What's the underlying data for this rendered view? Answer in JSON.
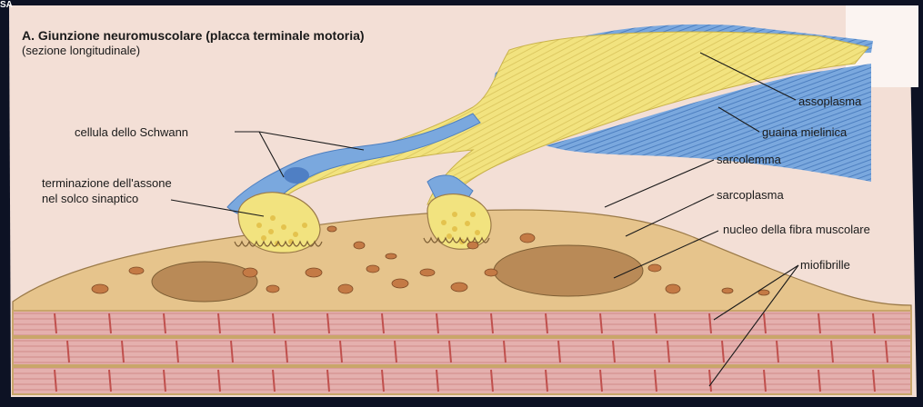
{
  "corner_mark": "SA",
  "title": "A. Giunzione neuromuscolare (placca terminale motoria)",
  "subtitle": "(sezione longitudinale)",
  "labels": {
    "assoplasma": "assoplasma",
    "guaina_mielinica": "guaina mielinica",
    "cellula_schwann": "cellula dello Schwann",
    "terminazione_line1": "terminazione dell'assone",
    "terminazione_line2": "nel solco sinaptico",
    "sarcolemma": "sarcolemma",
    "sarcoplasma": "sarcoplasma",
    "nucleo": "nucleo della fibra muscolare",
    "miofibrille": "miofibrille"
  },
  "colors": {
    "background": "#f3dfd6",
    "outer_backdrop": "#0d1224",
    "axon": "#f0e27a",
    "myelin": "#6c9ed8",
    "sarcoplasm": "#e6c48c",
    "nucleus": "#b98a57",
    "myofibril": "#e2a5a5",
    "z_line": "#c0504d"
  }
}
